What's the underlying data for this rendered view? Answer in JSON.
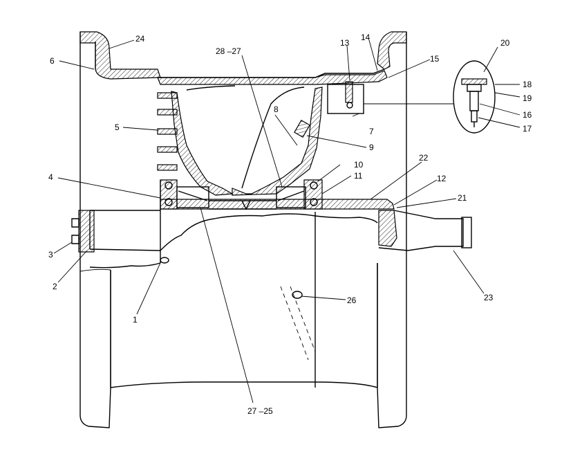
{
  "labels": {
    "l1": "1",
    "l2": "2",
    "l3": "3",
    "l4": "4",
    "l5": "5",
    "l6": "6",
    "l7": "7",
    "l8": "8",
    "l9": "9",
    "l10": "10",
    "l11": "11",
    "l12": "12",
    "l13": "13",
    "l14": "14",
    "l15": "15",
    "l16": "16",
    "l17": "17",
    "l18": "18",
    "l19": "19",
    "l20": "20",
    "l21": "21",
    "l22": "22",
    "l23": "23",
    "l24": "24",
    "l26": "26",
    "l28_27": "28 –27",
    "l27_25": "27  –25"
  }
}
